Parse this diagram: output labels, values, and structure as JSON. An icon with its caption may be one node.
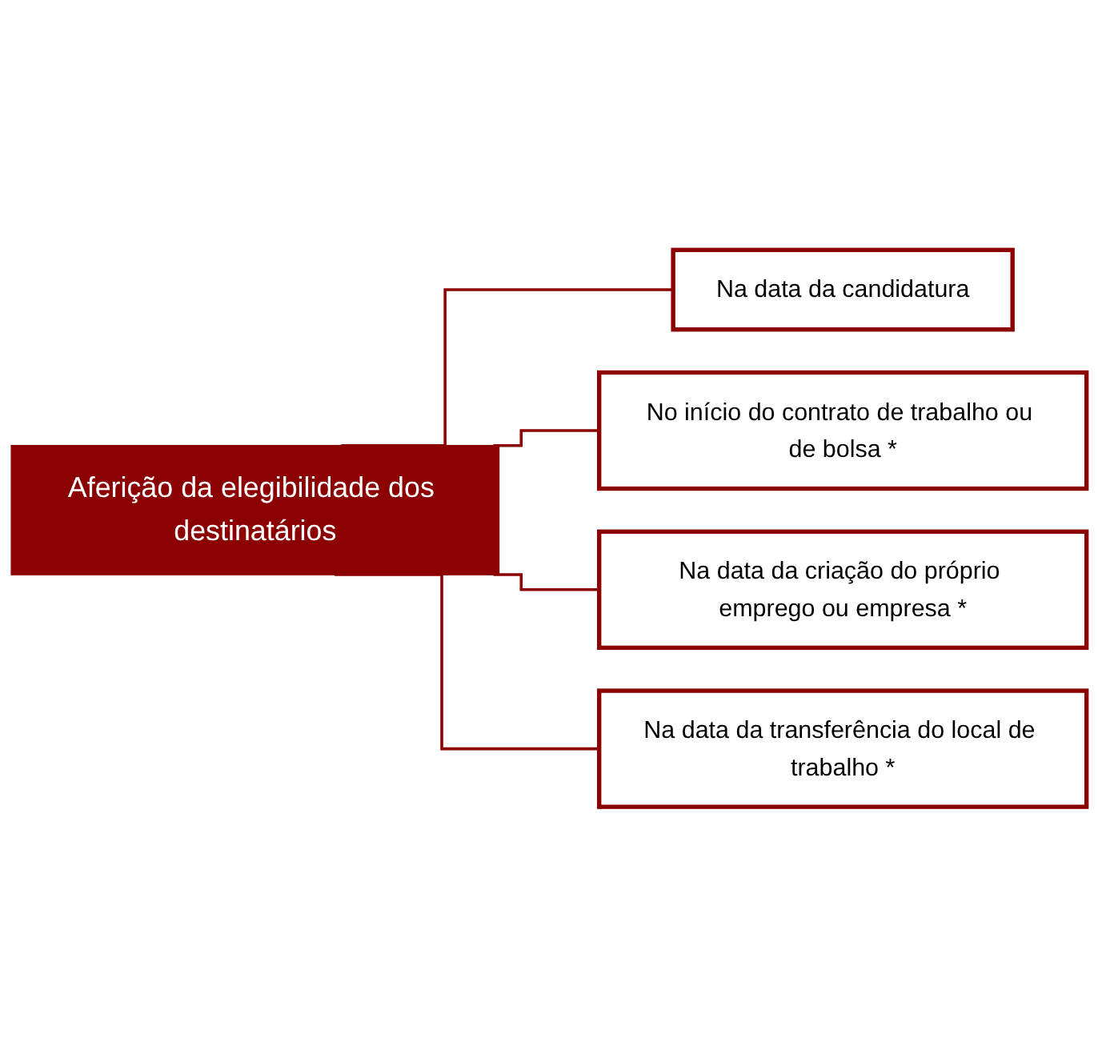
{
  "diagram": {
    "nodes": [
      {
        "text": [
          "Aferição da elegibilidade dos destinatários"
        ]
      },
      {
        "text": [
          "Na data da candidatura"
        ]
      },
      {
        "text": [
          "No início do contrato de trabalho ou de bolsa *"
        ]
      },
      {
        "text": [
          "Na data da criação do próprio emprego ou empresa *"
        ]
      },
      {
        "text": [
          "Na data da transferência do local de trabalho *"
        ]
      }
    ],
    "edges": [
      {
        "from": 0,
        "to": 1,
        "arrow": "none"
      },
      {
        "from": 0,
        "to": 2,
        "arrow": "none"
      },
      {
        "from": 0,
        "to": 3,
        "arrow": "none"
      },
      {
        "from": 0,
        "to": 4,
        "arrow": "none"
      }
    ]
  }
}
